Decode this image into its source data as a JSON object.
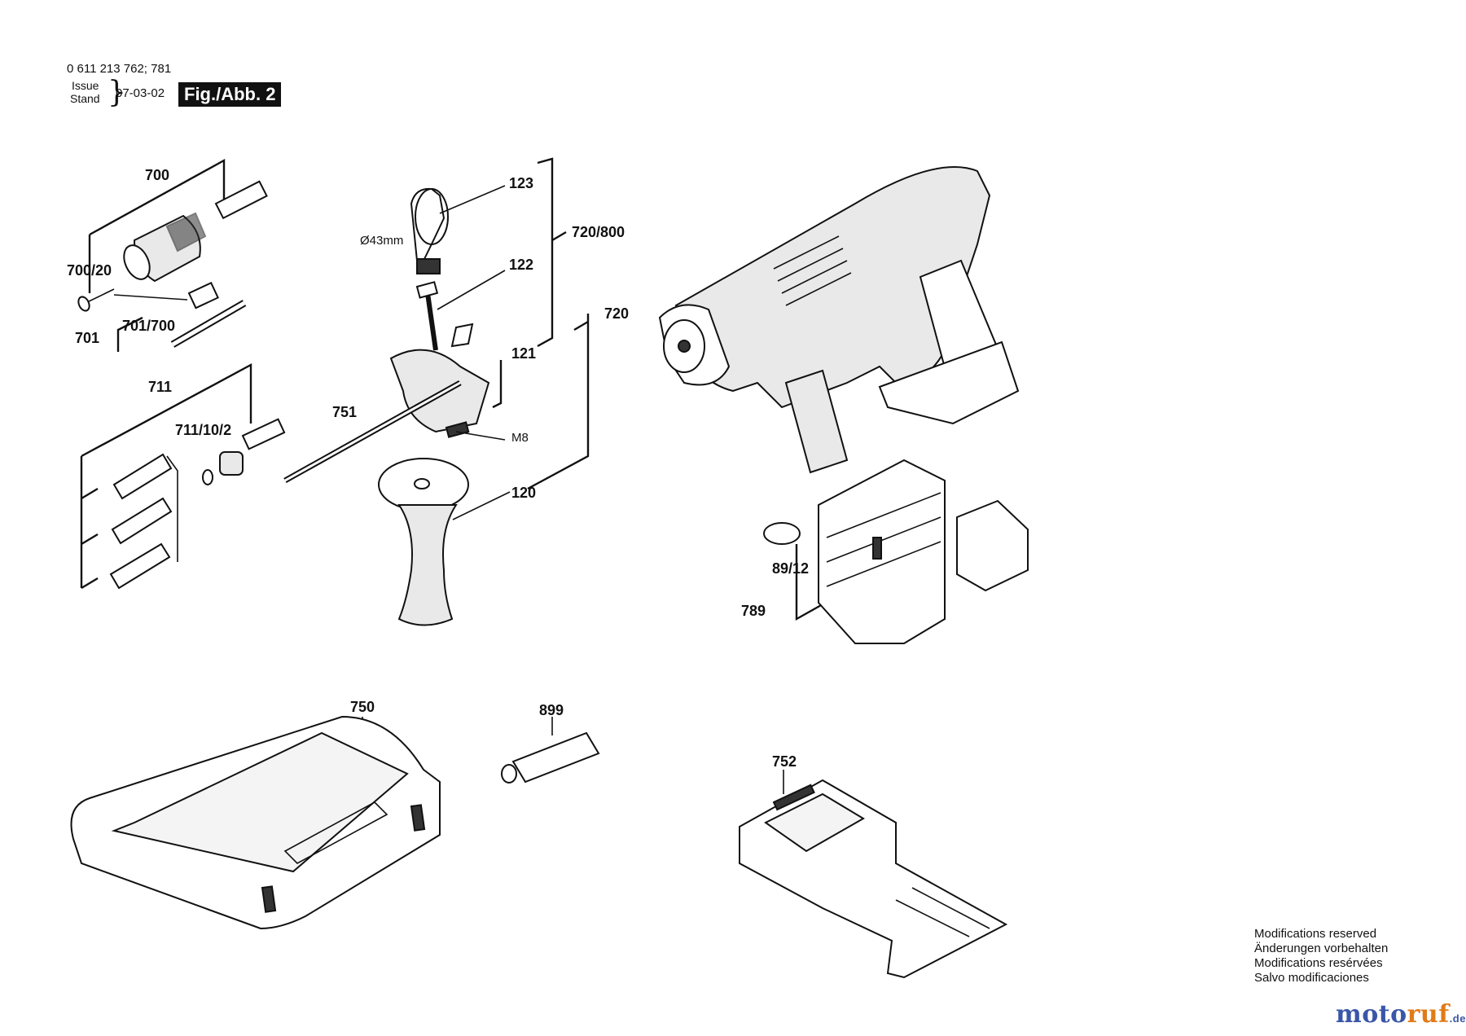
{
  "header": {
    "part_number": "0 611 213 762; 781",
    "issue_label": "Issue",
    "stand_label": "Stand",
    "date": "07-03-02",
    "figure_label": "Fig./Abb. 2"
  },
  "callouts": {
    "c700": "700",
    "c700_20": "700/20",
    "c701": "701",
    "c701_700": "701/700",
    "c711": "711",
    "c711_10_2": "711/10/2",
    "c123": "123",
    "c43mm": "Ø43mm",
    "c122": "122",
    "c121": "121",
    "c720_800": "720/800",
    "c720": "720",
    "c751": "751",
    "cM8": "M8",
    "c120": "120",
    "c89_12": "89/12",
    "c789": "789",
    "c750": "750",
    "c899": "899",
    "c752": "752"
  },
  "footer": {
    "line1": "Modifications reserved",
    "line2": "Änderungen vorbehalten",
    "line3": "Modifications resérvées",
    "line4": "Salvo modificaciones"
  },
  "watermark": {
    "part1": "moto",
    "part2": "ruf",
    "suffix": ".de"
  }
}
